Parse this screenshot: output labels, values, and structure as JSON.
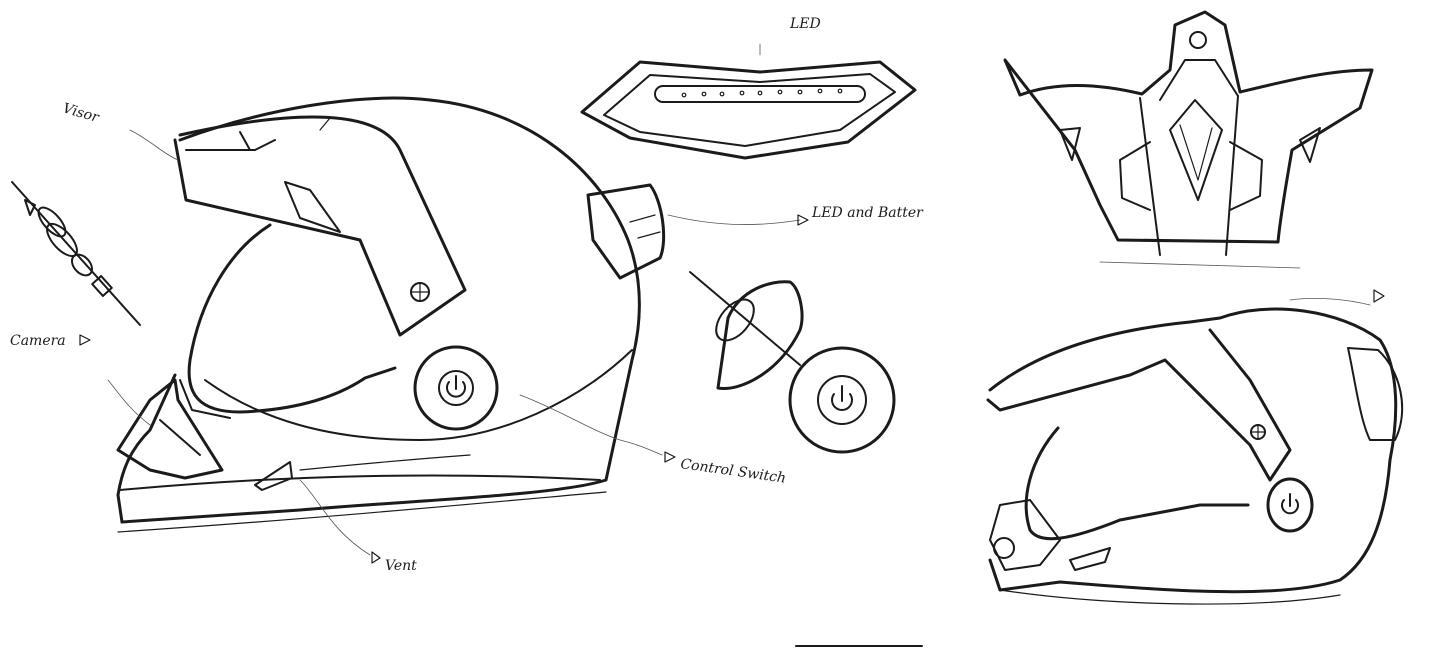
{
  "labels": {
    "led": "LED",
    "visor": "Visor",
    "led_battery": "LED and Batter",
    "camera": "Camera",
    "control_switch": "Control Switch",
    "vent": "Vent"
  },
  "colors": {
    "ink": "#1b1b1b",
    "paper": "#ffffff"
  },
  "icons": [
    "power-icon",
    "screw-icon",
    "arrow-marker-icon"
  ]
}
